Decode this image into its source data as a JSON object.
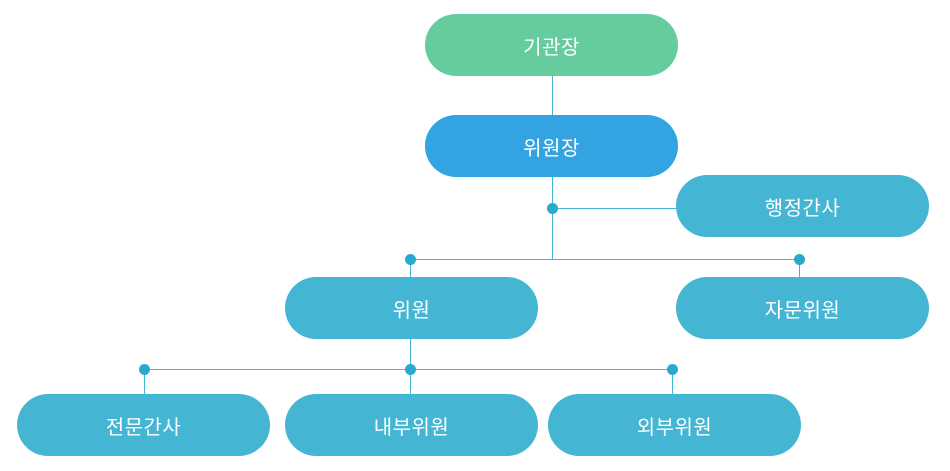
{
  "colors": {
    "head": "#66cc9e",
    "chair": "#33a3e2",
    "member": "#44b6d3",
    "line": "#44b6d3",
    "dot": "#2aa9cc"
  },
  "nodes": {
    "head": "기관장",
    "chair": "위원장",
    "admin_secretary": "행정간사",
    "member": "위원",
    "advisory_member": "자문위원",
    "expert_secretary": "전문간사",
    "internal_member": "내부위원",
    "external_member": "외부위원"
  }
}
